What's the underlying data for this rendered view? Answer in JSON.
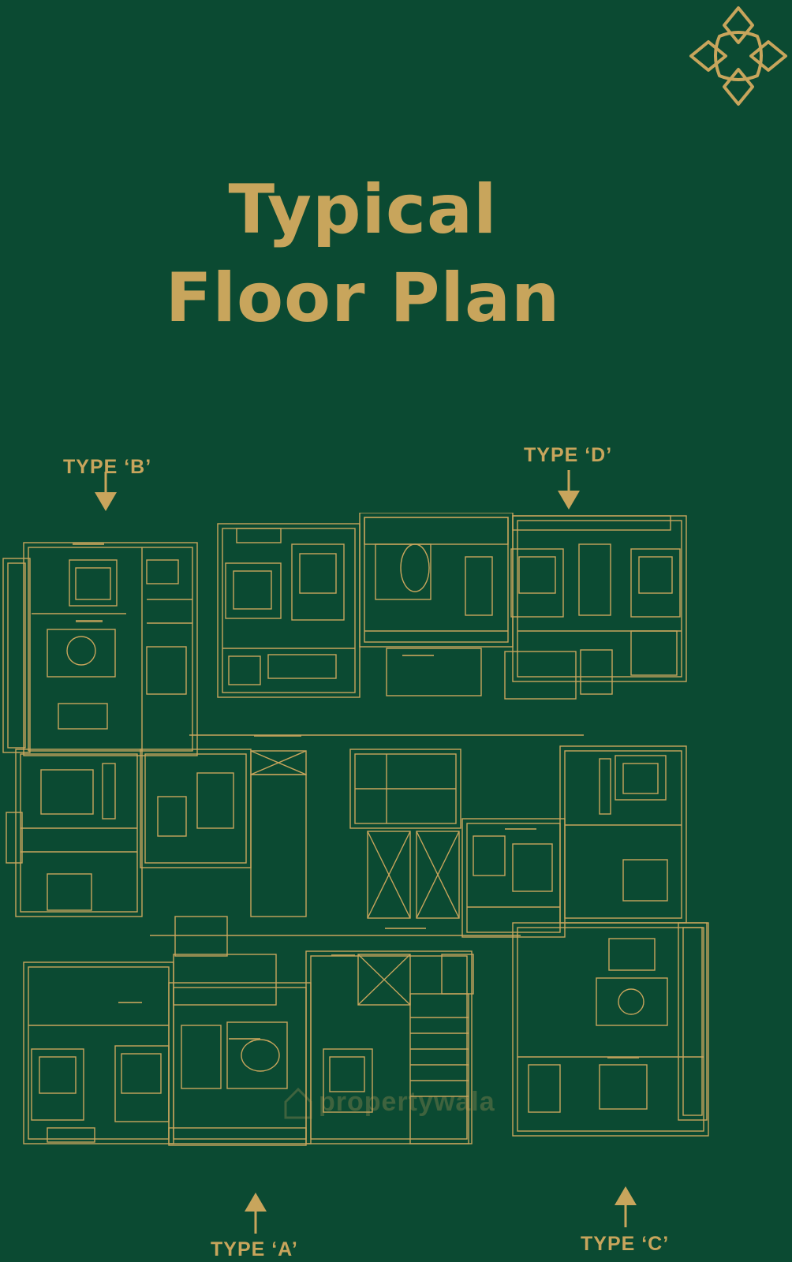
{
  "colors": {
    "background": "#0b4a32",
    "gold": "#c8a55c"
  },
  "logo": {
    "icon": "lotus-diamond-logo-icon"
  },
  "title": {
    "line1": "Typical",
    "line2": "Floor Plan"
  },
  "types": {
    "b": "TYPE ‘B’",
    "d": "TYPE ‘D’",
    "a": "TYPE ‘A’",
    "c": "TYPE ‘C’"
  },
  "watermark": "propertywala"
}
